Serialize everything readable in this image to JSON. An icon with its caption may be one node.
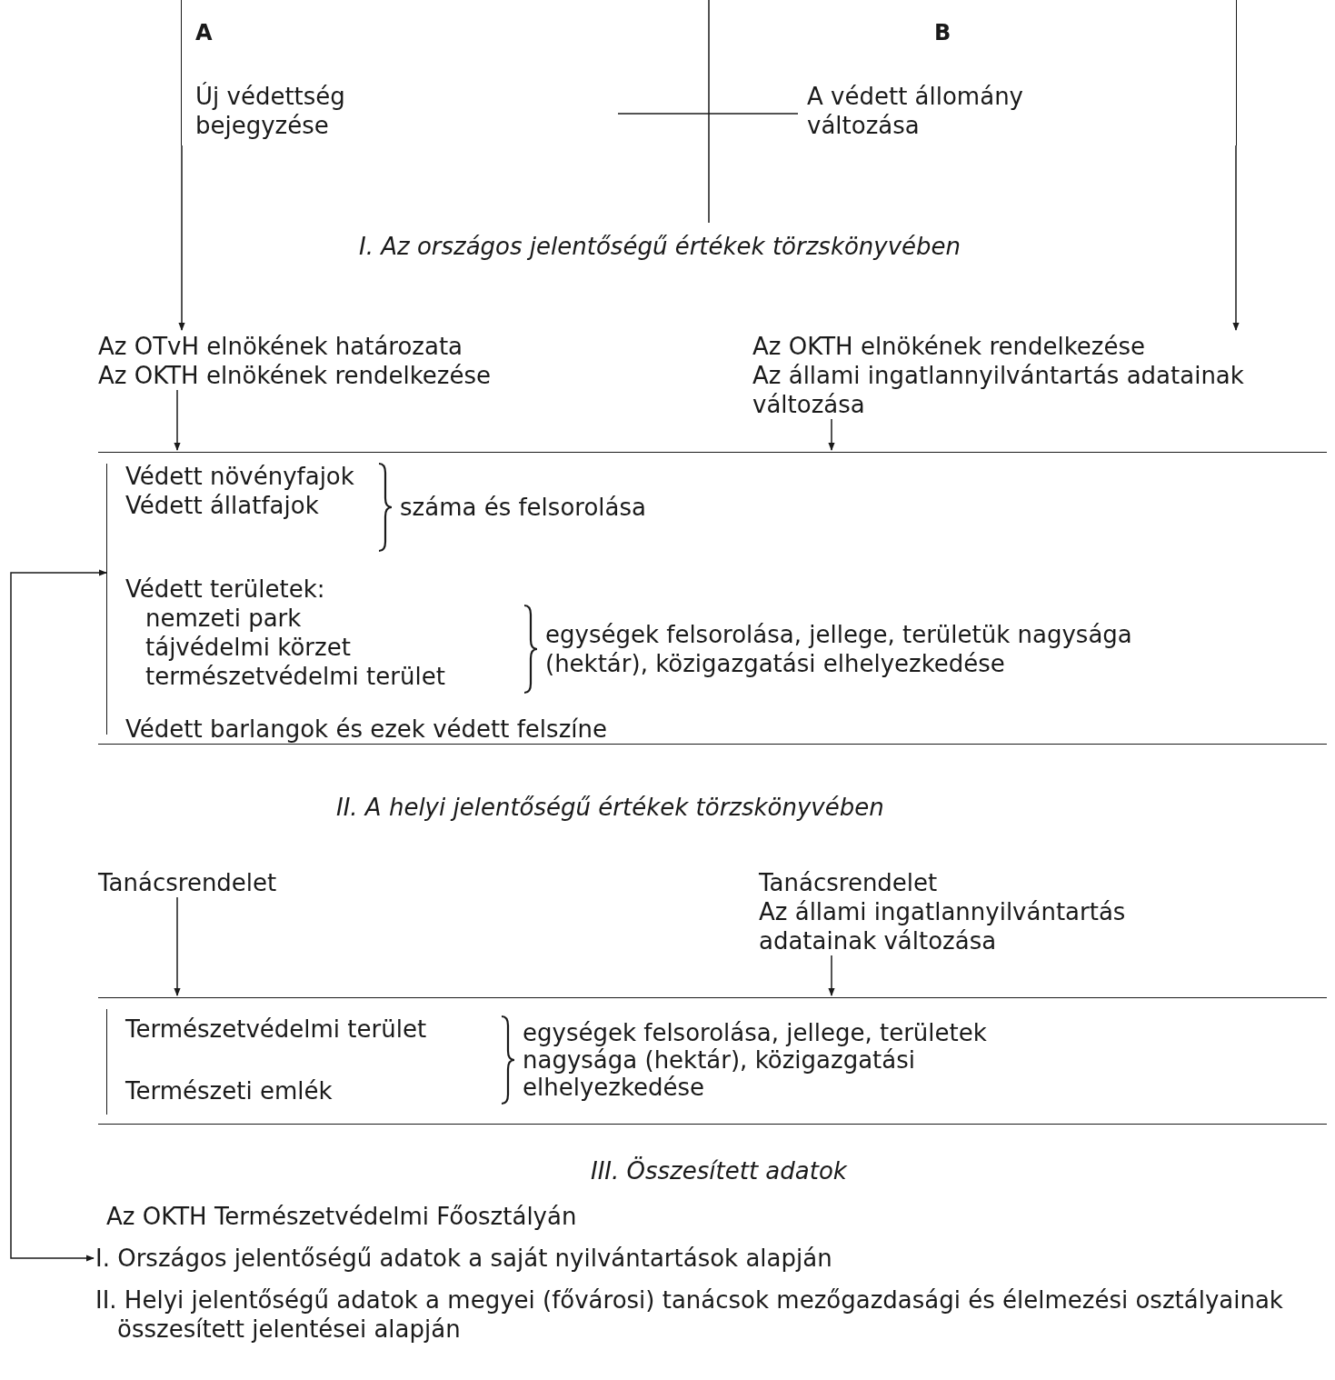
{
  "diagram": {
    "nodes": [
      {
        "text": [
          "A",
          "Új védettség bejegyzése"
        ]
      },
      {
        "text": [
          "B",
          "A védett állomány változása"
        ]
      },
      {
        "text": [
          "Az OTvH elnökének határozata",
          "Az OKTH elnökének rendelkezése"
        ]
      },
      {
        "text": [
          "Az OKTH elnökének rendelkezése",
          "Az állami ingatlannyilvántartás adatainak változása"
        ]
      },
      {
        "text": [
          "Védett növényfajok",
          "Védett állatfajok",
          "száma és felsorolása",
          "Védett területek:",
          "nemzeti park",
          "tájvédelmi körzet",
          "természetvédelmi terület",
          "egységek felsorolása, jellege, területük nagysága (hektár), közigazgatási elhelyezkedése",
          "Védett barlangok és ezek védett felszíne"
        ]
      },
      {
        "text": [
          "Tanácsrendelet"
        ]
      },
      {
        "text": [
          "Tanácsrendelet",
          "Az állami ingatlannyilvántartás adatainak változása"
        ]
      },
      {
        "text": [
          "Természetvédelmi terület",
          "Természeti emlék",
          "egységek felsorolása, jellege, területek nagysága (hektár), közigazgatási elhelyezkedése"
        ]
      },
      {
        "text": [
          "I. Országos jelentőségű adatok a saját nyilvántartások alapján"
        ]
      }
    ],
    "edges": [
      {
        "from": 0,
        "to": 2,
        "arrow": "to"
      },
      {
        "from": 1,
        "to": 3,
        "arrow": "to"
      },
      {
        "from": 2,
        "to": 4,
        "arrow": "to"
      },
      {
        "from": 3,
        "to": 4,
        "arrow": "to"
      },
      {
        "from": 5,
        "to": 7,
        "arrow": "to"
      },
      {
        "from": 6,
        "to": 7,
        "arrow": "to"
      },
      {
        "from": 4,
        "to": 8,
        "arrow": "both"
      }
    ],
    "labels": [
      "I. Az országos jelentőségű értékek törzskönyvében",
      "II. A helyi jelentőségű értékek törzskönyvében",
      "III. Összesített adatok",
      "Az OKTH Természetvédelmi Főosztályán",
      "II. Helyi jelentőségű adatok a megyei (fővárosi) tanácsok mezőgazdasági és élelmezési osztályainak összesített jelentései alapján"
    ]
  }
}
